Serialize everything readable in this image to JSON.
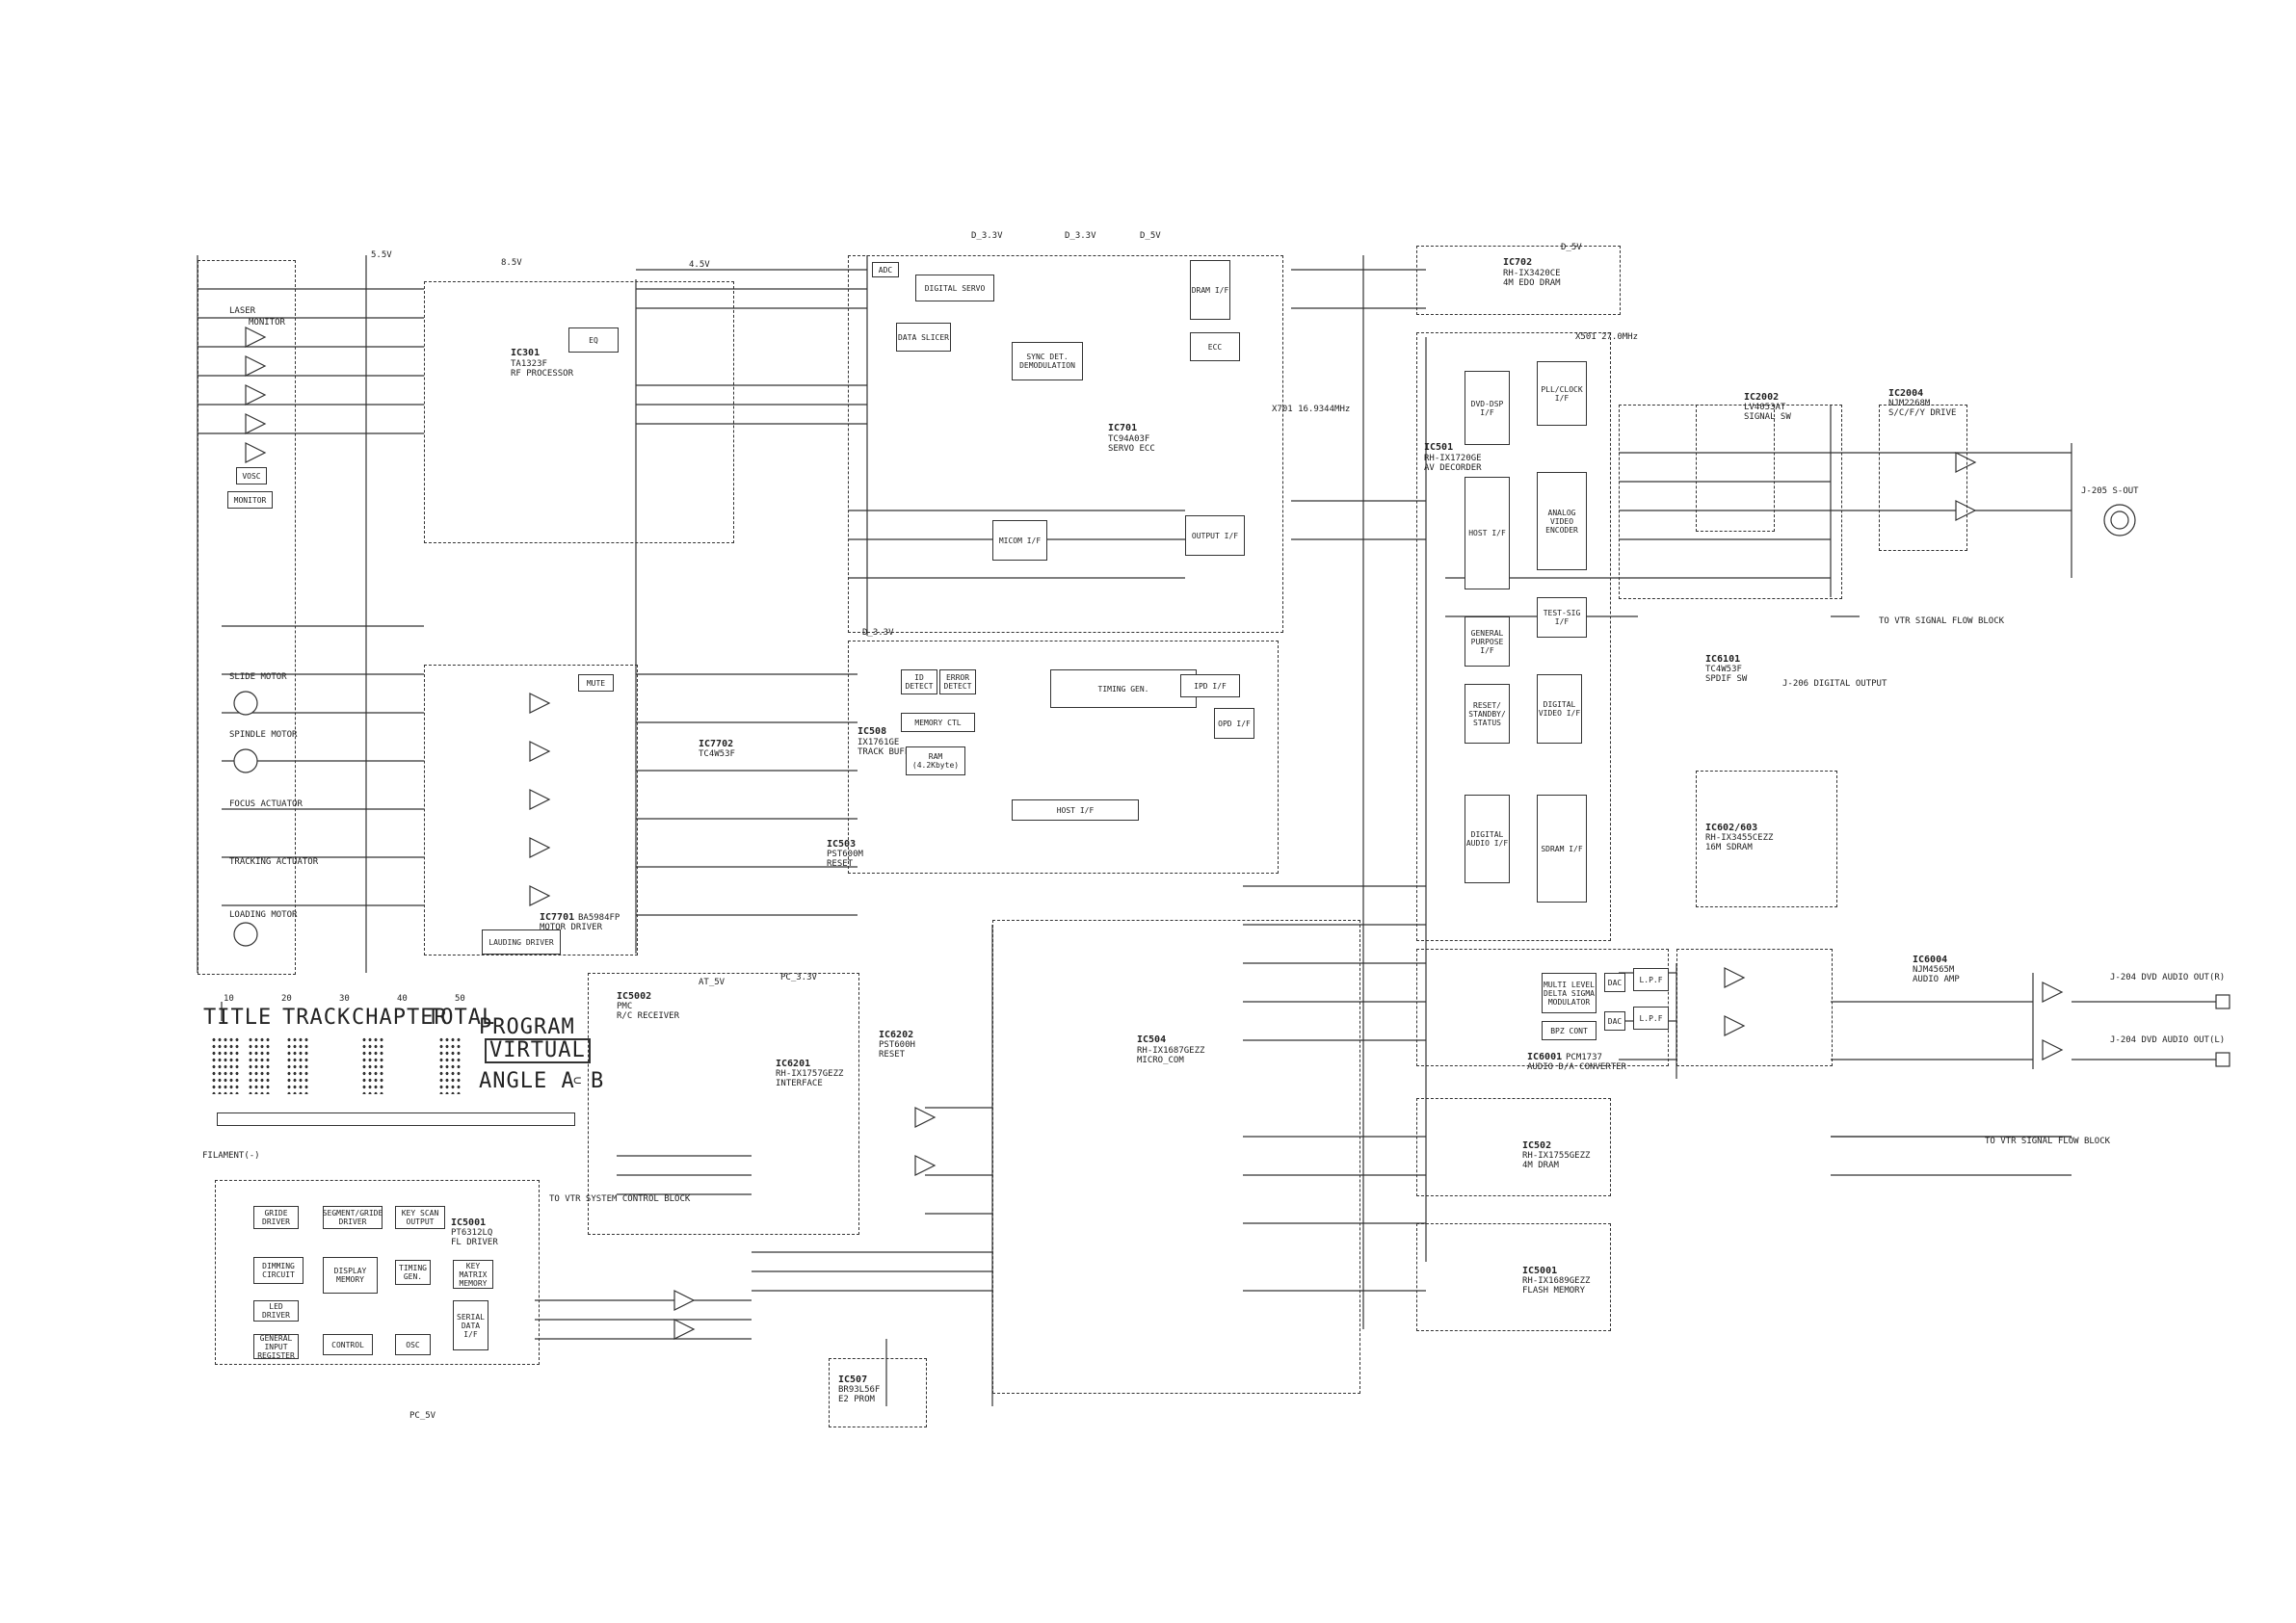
{
  "diagram_labels": {
    "supply_top": [
      "5.5V",
      "8.5V",
      "4.5V",
      "D_3.3V",
      "D_3.3V",
      "D_5V",
      "D_5V",
      "D_3.3V",
      "AT_5V",
      "PC_3.3V",
      "PC_5V"
    ],
    "ic301": {
      "ref": "IC301",
      "part": "TA1323F",
      "desc": "RF PROCESSOR"
    },
    "ic701": {
      "ref": "IC701",
      "part": "TC94A03F",
      "desc": "SERVO ECC"
    },
    "ic702": {
      "ref": "IC702",
      "part": "RH-IX3420CE",
      "desc": "4M EDO DRAM"
    },
    "ic501": {
      "ref": "IC501",
      "part": "RH-IX1720GE",
      "desc": "AV DECORDER"
    },
    "ic2002": {
      "ref": "IC2002",
      "part": "LV4053AT",
      "desc": "SIGNAL SW"
    },
    "ic2004": {
      "ref": "IC2004",
      "part": "NJM2268M",
      "desc": "S/C/F/Y DRIVE"
    },
    "ic508": {
      "ref": "IC508",
      "part": "IX1761GE",
      "desc": "TRACK BUFFER I/F"
    },
    "ic503": {
      "ref": "IC503",
      "part": "PST600M",
      "desc": "RESET"
    },
    "ic7701": {
      "ref": "IC7701",
      "part": "BA5984FP",
      "desc": "MOTOR DRIVER"
    },
    "ic7702": {
      "ref": "IC7702",
      "part": "TC4W53F"
    },
    "ic6101": {
      "ref": "IC6101",
      "part": "TC4W53F",
      "desc": "SPDIF SW"
    },
    "ic602": {
      "ref": "IC602/603",
      "part": "RH-IX3455CEZZ",
      "desc": "16M SDRAM"
    },
    "ic504": {
      "ref": "IC504",
      "part": "RH-IX1687GEZZ",
      "desc": "MICRO_COM"
    },
    "ic6201": {
      "ref": "IC6201",
      "part": "RH-IX1757GEZZ",
      "desc": "INTERFACE"
    },
    "ic6202": {
      "ref": "IC6202",
      "part": "PST600H",
      "desc": "RESET"
    },
    "ic6001": {
      "ref": "IC6001",
      "part": "PCM1737",
      "desc": "AUDIO D/A CONVERTER"
    },
    "ic6004": {
      "ref": "IC6004",
      "part": "NJM4565M",
      "desc": "AUDIO AMP"
    },
    "ic502": {
      "ref": "IC502",
      "part": "RH-IX1755GEZZ",
      "desc": "4M DRAM"
    },
    "ic5001": {
      "ref": "IC5001",
      "part": "PT6312LQ",
      "desc": "FL DRIVER"
    },
    "ic507": {
      "ref": "IC507",
      "part": "BR93L56F",
      "desc": "E2 PROM"
    },
    "ic5001b": {
      "ref": "IC5001",
      "part": "RH-IX1689GEZZ",
      "desc": "FLASH MEMORY"
    },
    "ic6203": {
      "ref": "IC5002",
      "part": "PMC",
      "desc": "R/C RECEIVER"
    },
    "blocks": [
      "ADC",
      "DATA SLICER",
      "DIGITAL SERVO",
      "SYNC DET. DEMODULATION",
      "ECC",
      "DRAM I/F",
      "OUTPUT I/F",
      "MICOM I/F",
      "ID DETECT",
      "ERROR DETECT",
      "MEMORY CTL",
      "TIMING GEN.",
      "RAM (4.2Kbyte)",
      "HOST I/F",
      "IPD I/F",
      "OPD I/F",
      "DVD-DSP I/F",
      "HOST I/F",
      "TEST-SIG I/F",
      "GENERAL PURPOSE I/F",
      "RESET/ STANDBY/ STATUS",
      "DIGITAL VIDEO I/F",
      "DIGITAL AUDIO I/F",
      "SDRAM I/F",
      "ANALOG VIDEO ENCODER",
      "PLL/CLOCK I/F",
      "MUTE",
      "LAUDING DRIVER",
      "DIMMING CIRCUIT",
      "DISPLAY MEMORY",
      "TIMING GEN.",
      "KEY MATRIX MEMORY",
      "SERIAL DATA I/F",
      "SEGMENT/GRIDE DRIVER",
      "KEY SCAN OUTPUT",
      "GRIDE DRIVER",
      "LED DRIVER",
      "GENERAL INPUT REGISTER",
      "OSC",
      "CONTROL",
      "MULTI LEVEL DELTA SIGMA MODULATOR",
      "BPZ CONT",
      "L.P.F",
      "DAC",
      "MONITOR",
      "EQ",
      "VOSC"
    ],
    "components": [
      "LASER",
      "MONITOR",
      "SLIDE MOTOR",
      "SPINDLE MOTOR",
      "FOCUS ACTUATOR",
      "TRACKING ACTUATOR",
      "LOADING MOTOR",
      "J-205 S-OUT",
      "J-204 DVD AUDIO OUT(R)",
      "J-204 DVD AUDIO OUT(L)",
      "J-206 DIGITAL OUTPUT",
      "X701 16.9344MHz",
      "X501 27.0MHz"
    ],
    "notes": [
      "TO VTR SIGNAL FLOW BLOCK",
      "TO VTR SYSTEM CONTROL BLOCK"
    ]
  },
  "fl_display": {
    "title": "TITLE",
    "track": "TRACK",
    "chapter": "CHAPTER",
    "total": "TOTAL",
    "program": "PROGRAM",
    "virtual": "VIRTUAL",
    "angle": "ANGLE A",
    "angle_b": "B",
    "col_labels": [
      "10",
      "20",
      "30",
      "40",
      "50"
    ],
    "filament": "FILAMENT(-)"
  }
}
